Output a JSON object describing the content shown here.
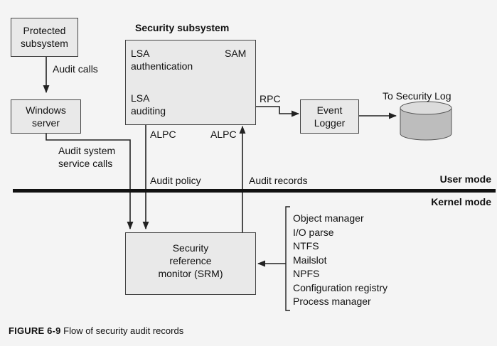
{
  "diagram": {
    "nodes": {
      "protected_subsystem": "Protected\nsubsystem",
      "windows_server": "Windows\nserver",
      "security_subsystem_title": "Security subsystem",
      "lsa_authentication": "LSA\nauthentication",
      "sam": "SAM",
      "lsa_auditing": "LSA\nauditing",
      "event_logger": "Event\nLogger",
      "to_security_log": "To Security Log",
      "srm": "Security\nreference\nmonitor (SRM)"
    },
    "edges": {
      "audit_calls": "Audit calls",
      "audit_system_service_calls": "Audit system\nservice calls",
      "alpc_left": "ALPC",
      "alpc_right": "ALPC",
      "rpc": "RPC",
      "audit_policy": "Audit policy",
      "audit_records": "Audit records"
    },
    "mode_labels": {
      "user_mode": "User mode",
      "kernel_mode": "Kernel mode"
    },
    "kernel_components": [
      "Object manager",
      "I/O parse",
      "NTFS",
      "Mailslot",
      "NPFS",
      "Configuration registry",
      "Process manager"
    ],
    "caption": {
      "figure_id": "FIGURE 6-9",
      "text": "Flow of security audit records"
    }
  }
}
